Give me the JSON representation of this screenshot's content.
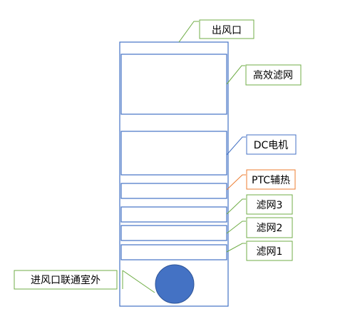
{
  "labels": {
    "outlet": "出风口",
    "hepa": "高效滤网",
    "dc_motor": "DC电机",
    "ptc": "PTC辅热",
    "filter3": "滤网3",
    "filter2": "滤网2",
    "filter1": "滤网1",
    "inlet": "进风口联通室外"
  },
  "colors": {
    "cabinet": "#4472c4",
    "callout_green": "#70ad47",
    "callout_blue": "#4472c4",
    "callout_orange": "#ed7d31",
    "fan": "#4472c4"
  }
}
